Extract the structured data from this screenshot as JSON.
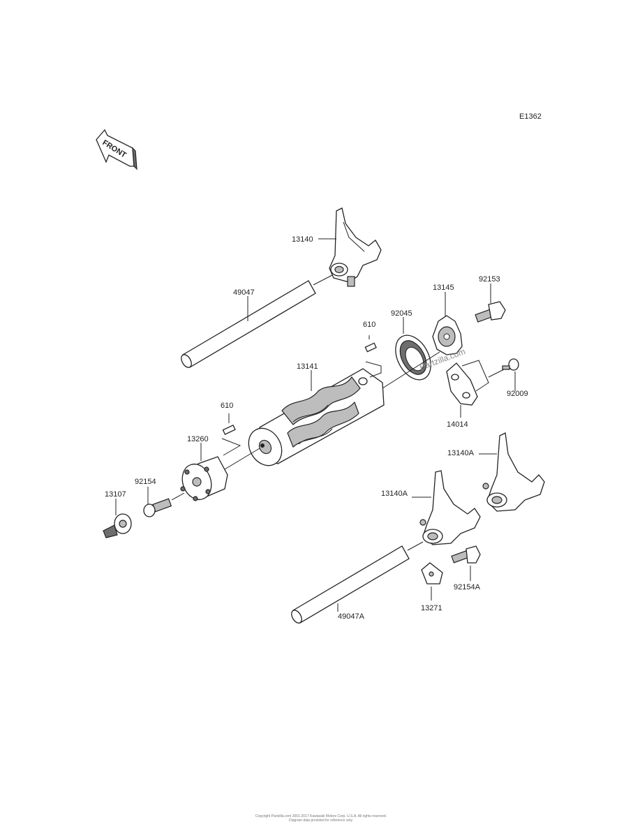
{
  "diagram_code": "E1362",
  "front_label": "FRONT",
  "watermark": "Partzilla.com",
  "parts": {
    "fork_top": "13140",
    "shaft_top": "49047",
    "drum": "13141",
    "pin_upper": "610",
    "bearing": "92045",
    "plate_gear": "13145",
    "bolt_upper": "92153",
    "holder_plate": "14014",
    "screw_small": "92009",
    "pin_lower": "610",
    "drum_cam": "13260",
    "bolt_cam": "92154",
    "switch_rotor": "13107",
    "fork_right": "13140A",
    "fork_middle": "13140A",
    "shaft_bottom": "49047A",
    "guide": "13271",
    "bolt_lower": "92154A"
  },
  "copyright_line1": "Copyright Partzilla.com 2001-2017 Kawasaki Motors Corp. U.S.A. All rights reserved.",
  "copyright_line2": "Diagram data provided for reference only."
}
